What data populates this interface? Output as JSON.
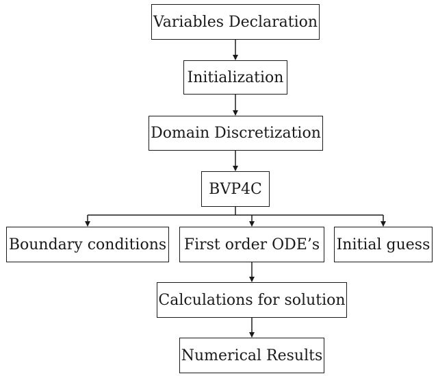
{
  "diagram": {
    "nodes": {
      "variables": "Variables Declaration",
      "init": "Initialization",
      "domain": "Domain Discretization",
      "bvp4c": "BVP4C",
      "boundary": "Boundary conditions",
      "ode": "First order ODE’s",
      "guess": "Initial guess",
      "calc": "Calculations for solution",
      "results": "Numerical Results"
    },
    "edges": [
      [
        "variables",
        "init"
      ],
      [
        "init",
        "domain"
      ],
      [
        "domain",
        "bvp4c"
      ],
      [
        "bvp4c",
        "boundary"
      ],
      [
        "bvp4c",
        "ode"
      ],
      [
        "bvp4c",
        "guess"
      ],
      [
        "ode",
        "calc"
      ],
      [
        "calc",
        "results"
      ]
    ]
  }
}
